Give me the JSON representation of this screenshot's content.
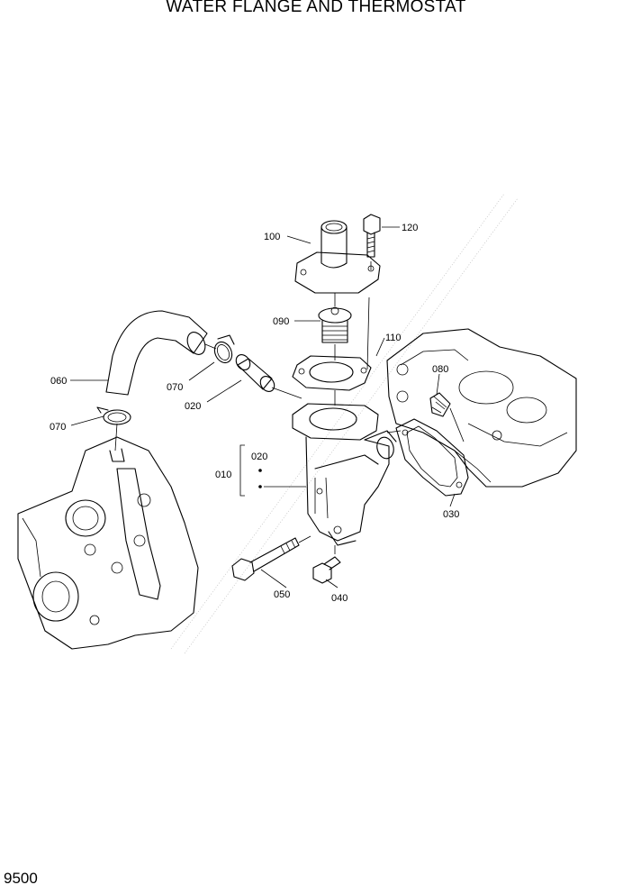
{
  "title": "WATER FLANGE AND THERMOSTAT",
  "page_number": "9500",
  "callouts": {
    "c100": "100",
    "c120": "120",
    "c090": "090",
    "c110": "110",
    "c080": "080",
    "c060": "060",
    "c070a": "070",
    "c070b": "070",
    "c020a": "020",
    "c020b": "020",
    "c010": "010",
    "c030": "030",
    "c050": "050",
    "c040": "040"
  }
}
